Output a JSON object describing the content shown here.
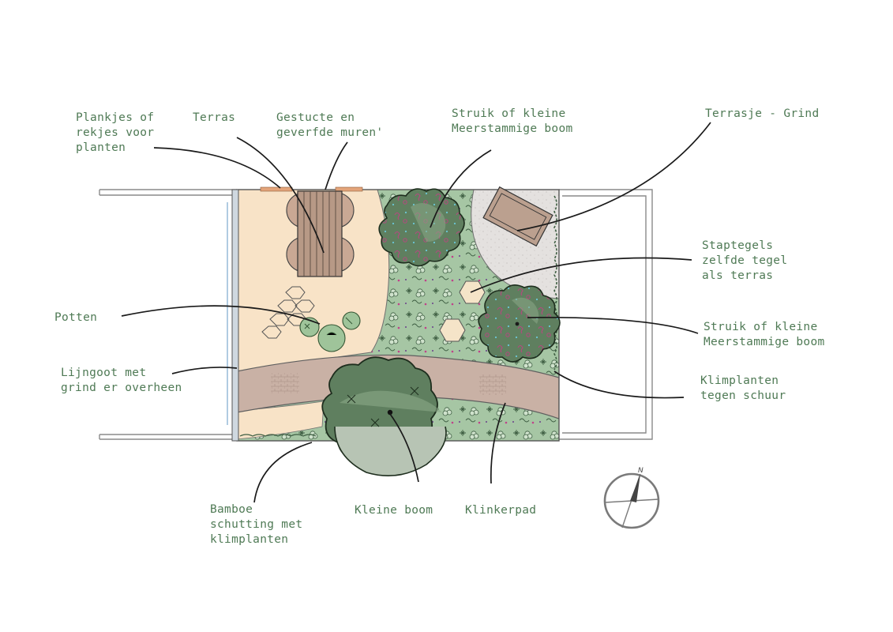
{
  "labels": {
    "plankjes": [
      "Plankjes of",
      "rekjes voor",
      "planten"
    ],
    "terras": [
      "Terras"
    ],
    "gestucte": [
      "Gestucte en",
      "geverfde muren'"
    ],
    "struik_top": [
      "Struik of kleine",
      "Meerstammige boom"
    ],
    "terrasje": [
      "Terrasje - Grind"
    ],
    "staptegels": [
      "Staptegels",
      "zelfde tegel",
      "als terras"
    ],
    "struik_right": [
      "Struik of kleine",
      "Meerstammige boom"
    ],
    "klimplanten_schuur": [
      "Klimplanten",
      "tegen schuur"
    ],
    "potten": [
      "Potten"
    ],
    "lijngoot": [
      "Lijngoot met",
      "grind er overheen"
    ],
    "bamboe": [
      "Bamboe",
      "schutting met",
      "klimplanten"
    ],
    "kleine_boom": [
      "Kleine boom"
    ],
    "klinkerpad": [
      "Klinkerpad"
    ]
  },
  "compass": {
    "north_letter": "N"
  },
  "colors": {
    "terrace": "#f8e3c7",
    "grass": "#a8c8a6",
    "path": "#c9b1a5",
    "gravel": "#e3e0de",
    "tree_dark": "#5f7f5f",
    "tree_mid": "#8aa887",
    "label": "#4f7a55",
    "leader": "#1a1a1a"
  }
}
